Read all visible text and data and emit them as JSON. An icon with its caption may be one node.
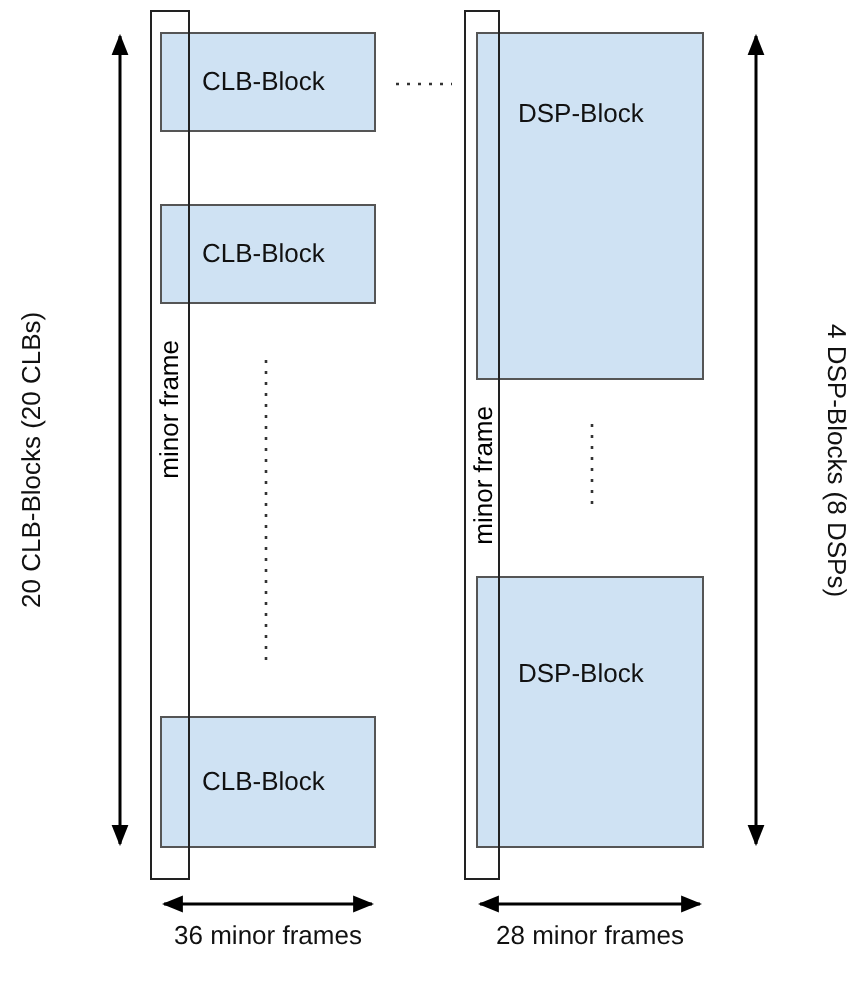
{
  "diagram": {
    "nodes": [
      {
        "text": [
          "CLB-Block"
        ]
      },
      {
        "text": [
          "CLB-Block"
        ]
      },
      {
        "text": [
          "CLB-Block"
        ]
      },
      {
        "text": [
          "DSP-Block"
        ]
      },
      {
        "text": [
          "DSP-Block"
        ]
      },
      {
        "text": [
          "minor frame"
        ]
      },
      {
        "text": [
          "minor frame"
        ]
      }
    ],
    "labels": [
      "20 CLB-Blocks (20 CLBs)",
      "4 DSP-Blocks (8 DSPs)",
      "36 minor frames",
      "28 minor frames"
    ]
  }
}
